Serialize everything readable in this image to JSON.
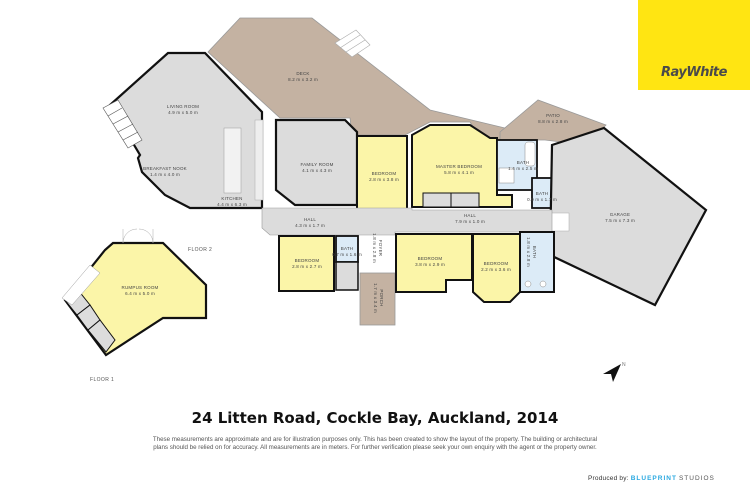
{
  "brand": {
    "name": "RayWhite",
    "color": "#ffe512",
    "text_color": "#4a4a4a"
  },
  "title": "24 Litten Road, Cockle Bay, Auckland, 2014",
  "disclaimer": {
    "line1": "These measurements are approximate and are for illustration purposes only. This has been created to show the layout of the property. The building or architectural",
    "line2": "plans should be relied on for accuracy. All measurements are in meters. For further verification please seek your own enquiry with the agent or the property owner."
  },
  "producer": {
    "prefix": "Produced by:",
    "brand_a": "BLUEPRINT",
    "brand_b": "STUDIOS",
    "brand_color": "#29a8e0"
  },
  "floors": {
    "floor1": "FLOOR 1",
    "floor2": "FLOOR 2"
  },
  "rooms": {
    "living_room": {
      "name": "Living Room",
      "dims": "4.9 m x 5.0 m"
    },
    "breakfast_nook": {
      "name": "Breakfast Nook",
      "dims": "1.4 m x 4.0 m"
    },
    "kitchen": {
      "name": "Kitchen",
      "dims": "4.4 m x 6.3 m"
    },
    "deck": {
      "name": "Deck",
      "dims": "8.2 m x 3.2 m"
    },
    "family_room": {
      "name": "Family Room",
      "dims": "4.1 m x 4.3 m"
    },
    "bedroom_1": {
      "name": "Bedroom",
      "dims": "2.8 m x 3.8 m"
    },
    "master_bedroom": {
      "name": "Master Bedroom",
      "dims": "5.8 m x 4.1 m"
    },
    "bath_ensuite": {
      "name": "Bath",
      "dims": "1.4 m x 2.5 m"
    },
    "bath_small": {
      "name": "Bath",
      "dims": "0.9 m x 1.7 m"
    },
    "patio": {
      "name": "Patio",
      "dims": "8.8 m x 2.8 m"
    },
    "garage": {
      "name": "Garage",
      "dims": "7.5 m x 7.3 m"
    },
    "hall_west": {
      "name": "Hall",
      "dims": "4.3 m x 1.7 m"
    },
    "hall_east": {
      "name": "Hall",
      "dims": "7.9 m x 1.0 m"
    },
    "bedroom_2": {
      "name": "Bedroom",
      "dims": "2.8 m x 2.7 m"
    },
    "bath_hall": {
      "name": "Bath",
      "dims": "0.7 m x 1.6 m"
    },
    "foyer": {
      "name": "Foyer",
      "dims": "1.8 m x 2.8 m"
    },
    "porch": {
      "name": "Porch",
      "dims": "1.7 m x 3.4 m"
    },
    "bedroom_3": {
      "name": "Bedroom",
      "dims": "3.8 m x 2.9 m"
    },
    "bedroom_4": {
      "name": "Bedroom",
      "dims": "2.2 m x 3.6 m"
    },
    "bath_main": {
      "name": "Bath",
      "dims": "1.8 m x 2.8 m"
    },
    "rumpus_room": {
      "name": "Rumpus Room",
      "dims": "6.4 m x 5.0 m"
    }
  },
  "colors": {
    "wall": "#111111",
    "living": "#dcdcdc",
    "bedroom": "#fbf5a8",
    "deck": "#c4b2a2",
    "bath": "#dcebf7"
  }
}
